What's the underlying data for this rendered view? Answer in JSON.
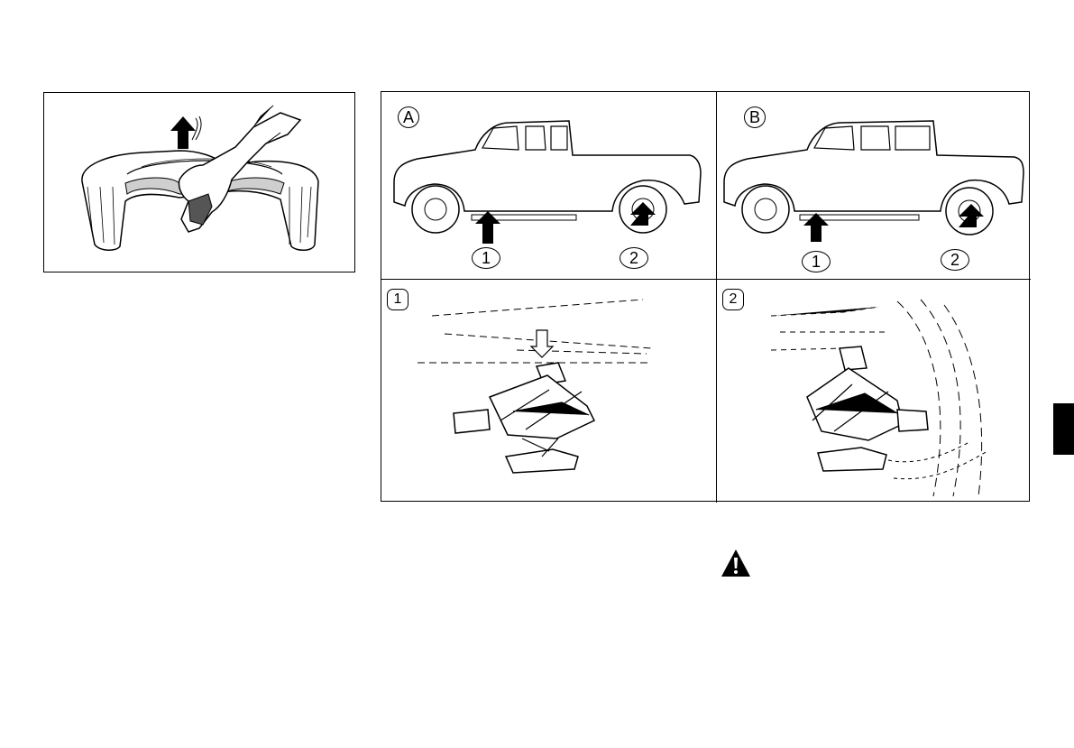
{
  "figures": {
    "jack_points": {
      "panel_a": {
        "label": "A",
        "points": [
          "1",
          "2"
        ]
      },
      "panel_b": {
        "label": "B",
        "points": [
          "1",
          "2"
        ]
      },
      "detail_1": {
        "label": "1"
      },
      "detail_2": {
        "label": "2"
      }
    }
  },
  "colors": {
    "ink": "#000000",
    "paper": "#ffffff",
    "section_tab": "#000000"
  },
  "icons": {
    "warning": "warning-triangle-icon"
  }
}
